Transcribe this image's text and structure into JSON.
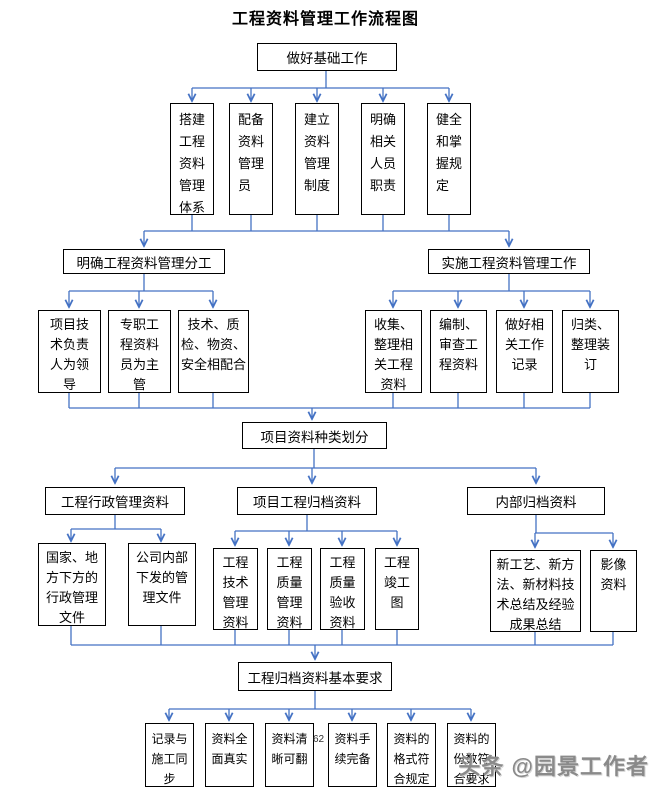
{
  "title": "工程资料管理工作流程图",
  "watermark": "头条 @园景工作者",
  "page_number": "62",
  "colors": {
    "connector": "#4472c4",
    "box_border": "#000000",
    "background": "#ffffff",
    "watermark": "#8a8a8a"
  },
  "nodes": {
    "root": "做好基础工作",
    "basics": [
      "搭建工程资料管理体系",
      "配备资料管理员",
      "建立资料管理制度",
      "明确相关人员职责",
      "健全和掌握规定"
    ],
    "division": "明确工程资料管理分工",
    "implementation": "实施工程资料管理工作",
    "division_items": [
      "项目技术负责人为领导",
      "专职工程资料员为主管",
      "技术、质检、物资、安全相配合"
    ],
    "implementation_items": [
      "收集、整理相关工程资料",
      "编制、审查工程资料",
      "做好相关工作记录",
      "归类、整理装订"
    ],
    "classification": "项目资料种类划分",
    "categories": [
      "工程行政管理资料",
      "项目工程归档资料",
      "内部归档资料"
    ],
    "admin_items": [
      "国家、地方下方的行政管理文件",
      "公司内部下发的管理文件"
    ],
    "archive_items": [
      "工程技术管理资料",
      "工程质量管理资料",
      "工程质量验收资料",
      "工程竣工图"
    ],
    "internal_items": [
      "新工艺、新方法、新材料技术总结及经验成果总结",
      "影像资料"
    ],
    "requirements": "工程归档资料基本要求",
    "requirement_items": [
      "记录与施工同步",
      "资料全面真实",
      "资料清晰可翻",
      "资料手续完备",
      "资料的格式符合规定",
      "资料的份数符合要求"
    ]
  }
}
